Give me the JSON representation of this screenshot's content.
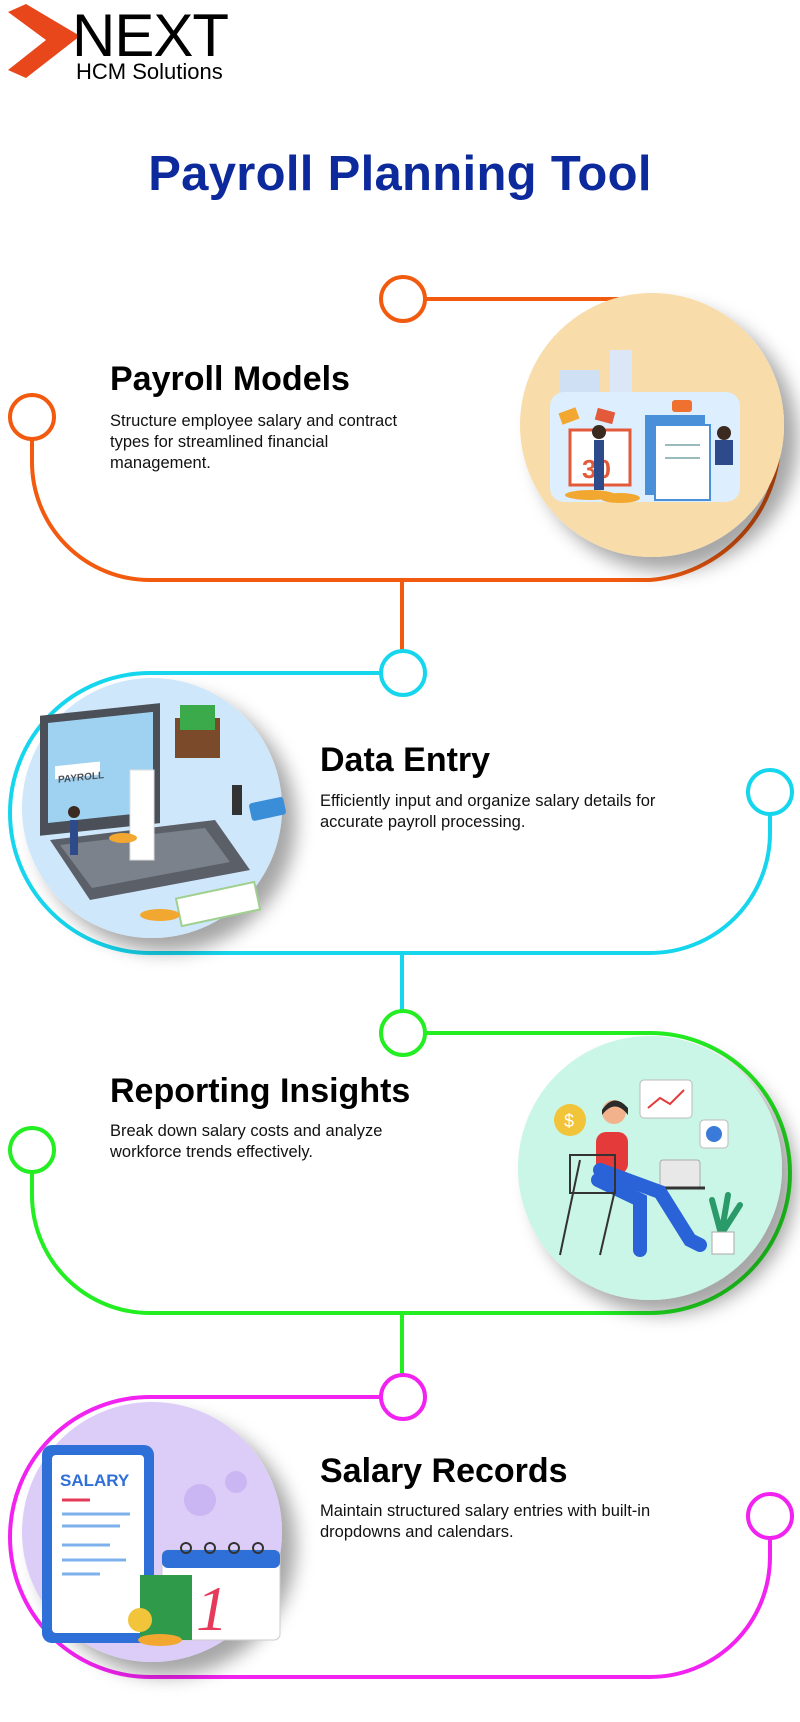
{
  "brand": {
    "name": "NEXT",
    "tagline": "HCM Solutions",
    "accent": "#e8471c"
  },
  "title": "Payroll Planning Tool",
  "title_color": "#0c2a9c",
  "steps": [
    {
      "heading": "Payroll Models",
      "body": "Structure employee salary and contract types for streamlined financial management.",
      "color": "#f25a0f",
      "bg": "#f8dcaa"
    },
    {
      "heading": "Data Entry",
      "body": "Efficiently input and organize salary details for accurate payroll processing.",
      "color": "#16d6ee",
      "bg": "#cfe7fb"
    },
    {
      "heading": "Reporting Insights",
      "body": "Break down salary costs and analyze workforce trends effectively.",
      "color": "#22ee22",
      "bg": "#c9f6e6"
    },
    {
      "heading": "Salary Records",
      "body": "Maintain structured salary entries with built-in dropdowns and calendars.",
      "color": "#f222f0",
      "bg": "#dccdf8"
    }
  ],
  "illustration_text": {
    "payroll_label": "PAYROLL",
    "salary_label": "SALARY",
    "calendar_day": "1"
  }
}
